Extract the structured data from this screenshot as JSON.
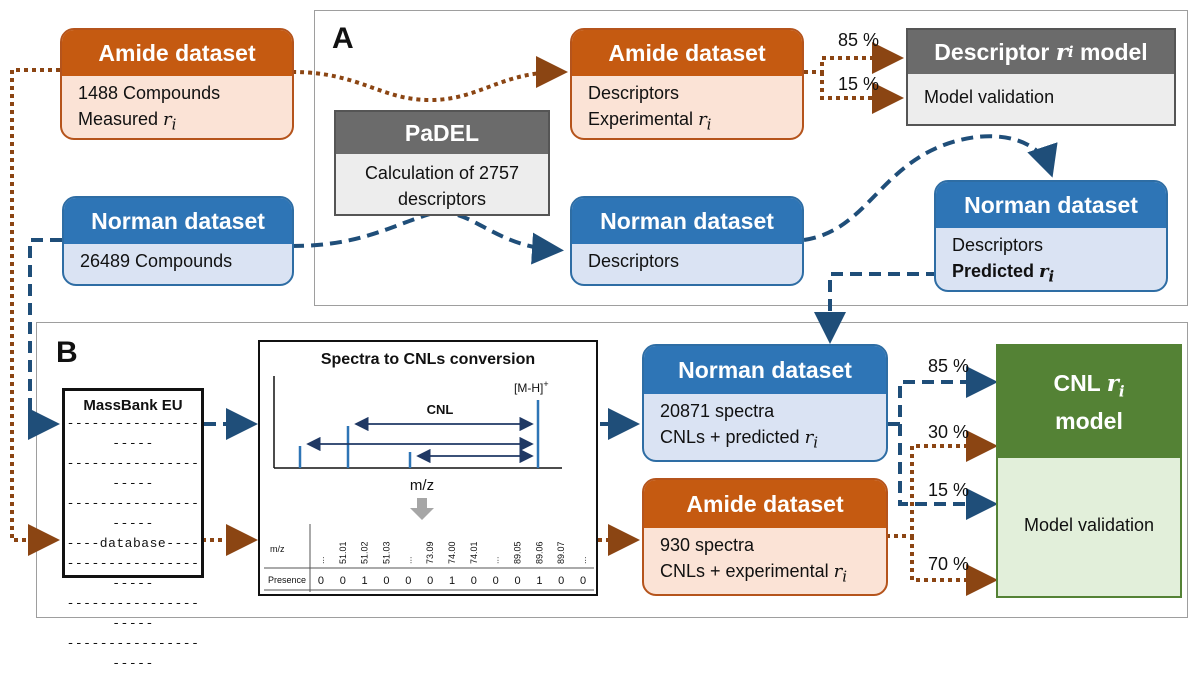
{
  "panels": {
    "a_letter": "A",
    "b_letter": "B"
  },
  "amide_input": {
    "title": "Amide dataset",
    "line1": "1488 Compounds",
    "line2_prefix": "Measured ",
    "ri": "r",
    "ri_sub": "i"
  },
  "norman_input": {
    "title": "Norman dataset",
    "line1": "26489 Compounds"
  },
  "padel": {
    "title": "PaDEL",
    "line1": "Calculation of 2757",
    "line2": "descriptors"
  },
  "amide_desc": {
    "title": "Amide dataset",
    "line1": "Descriptors",
    "line2_prefix": "Experimental ",
    "ri": "r",
    "ri_sub": "i"
  },
  "norman_desc": {
    "title": "Norman dataset",
    "line1": "Descriptors"
  },
  "descriptor_model": {
    "title_prefix": "Descriptor ",
    "ri": "r",
    "ri_sub": "i",
    "title_suffix": " model",
    "body": "Model validation"
  },
  "norman_pred": {
    "title": "Norman dataset",
    "line1": "Descriptors",
    "line2_prefix": "Predicted ",
    "ri": "r",
    "ri_sub": "i"
  },
  "split_a": {
    "top": "85 %",
    "bottom": "15 %"
  },
  "massbank": {
    "title": "MassBank EU",
    "dash_line": "---------------------",
    "db_line": "----database----"
  },
  "spectra": {
    "title": "Spectra to CNLs conversion",
    "ion_label": "[M-H]",
    "ion_sup": "+",
    "cnl_label": "CNL",
    "xlabel": "m/z",
    "table_row1_label": "m/z",
    "table_row2_label": "Presence",
    "mz_values": [
      "...",
      "51.01",
      "51.02",
      "51.03",
      "...",
      "73.09",
      "74.00",
      "74.01",
      "...",
      "89.05",
      "89.06",
      "89.07",
      "..."
    ],
    "presence_values": [
      "0",
      "0",
      "1",
      "0",
      "0",
      "0",
      "1",
      "0",
      "0",
      "0",
      "1",
      "0",
      "0"
    ]
  },
  "norman_spectra": {
    "title": "Norman dataset",
    "line1": "20871 spectra",
    "line2_prefix": "CNLs + predicted ",
    "ri": "r",
    "ri_sub": "i"
  },
  "amide_spectra": {
    "title": "Amide dataset",
    "line1": "930 spectra",
    "line2_prefix": "CNLs + experimental ",
    "ri": "r",
    "ri_sub": "i"
  },
  "cnl_model": {
    "title_line1_prefix": "CNL ",
    "ri": "r",
    "ri_sub": "i",
    "title_line2": "model",
    "body": "Model validation"
  },
  "split_b": {
    "p85": "85 %",
    "p30": "30 %",
    "p15": "15 %",
    "p70": "70 %"
  },
  "colors": {
    "orange_head": "#c55a11",
    "orange_fill": "#fbe3d6",
    "blue_head": "#2e75b6",
    "blue_fill": "#dae3f3",
    "brown_arrow": "#8b4513",
    "blue_arrow": "#1f4e79",
    "green_head": "#548235",
    "green_fill": "#e2efda",
    "gray_head": "#6b6b6b"
  }
}
